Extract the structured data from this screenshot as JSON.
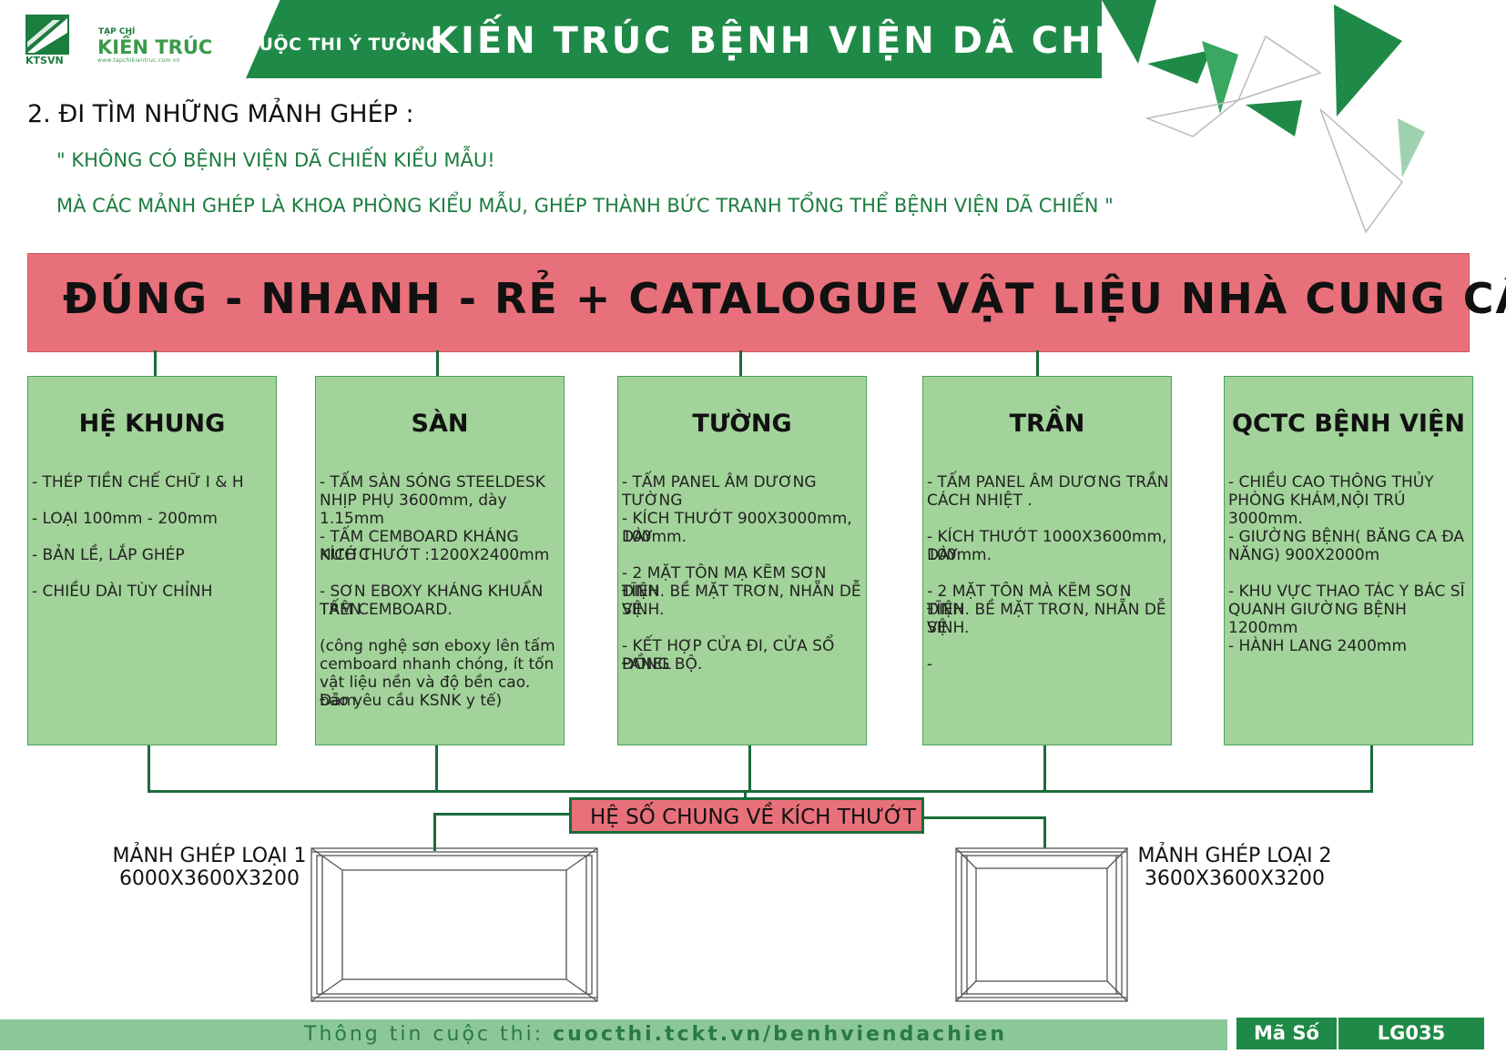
{
  "header": {
    "logo1_text": "KTSVN",
    "logo2_small": "TẠP CHÍ",
    "logo2_big": "KIẾN TRÚC",
    "logo2_url": "www.tapchikientruc.com.vn",
    "contest_small": "CUỘC THI Ý TƯỞNG",
    "contest_big": "KIẾN TRÚC BỆNH VIỆN DÃ CHIẾN",
    "accent_color": "#1f8a47"
  },
  "section": {
    "title": "2. ĐI TÌM NHỮNG MẢNH GHÉP :",
    "quote_line1": "\" KHÔNG CÓ BỆNH VIỆN DÃ CHIẾN KIỂU MẪU!",
    "quote_line2": "MÀ CÁC MẢNH GHÉP LÀ  KHOA PHÒNG KIỂU MẪU, GHÉP THÀNH BỨC TRANH TỔNG THỂ  BỆNH VIỆN DÃ CHIẾN \""
  },
  "banner": {
    "text": "ĐÚNG - NHANH - RẺ  + CATALOGUE VẬT LIỆU NHÀ CUNG CẤP",
    "color": "#e8707a"
  },
  "cards": [
    {
      "title": "HỆ KHUNG",
      "lines": [
        "- THÉP TIỀN CHẾ CHỮ I & H",
        "- LOẠI 100mm - 200mm",
        "- BẢN LỀ, LẮP GHÉP",
        "- CHIỀU DÀI TÙY CHỈNH"
      ]
    },
    {
      "title": "SÀN",
      "lines": [
        "- TẤM SÀN SÓNG STEELDESK",
        "NHỊP PHỤ 3600mm, dày 1.15mm",
        "- TẤM CEMBOARD KHÁNG NƯỚC",
        "KÍCH THƯỚT :1200X2400mm",
        "- SƠN EBOXY KHÁNG KHUẨN TRÊN",
        "TẤM CEMBOARD.",
        "(công nghệ sơn eboxy lên tấm",
        "cemboard nhanh chóng, ít tốn",
        "vật liệu nền và độ bền cao. Đảm",
        "bảo yêu cầu KSNK y tế)"
      ]
    },
    {
      "title": "TƯỜNG",
      "lines": [
        "- TẤM PANEL ÂM DƯƠNG TƯỜNG",
        "- KÍCH THƯỚT 900X3000mm, DÀY",
        "100mm.",
        "- 2 MẶT TÔN MẠ KẼM  SƠN TĨNH",
        "ĐIỆN. BỀ MẶT TRƠN, NHẴN DỄ VỆ",
        "SINH.",
        "- KẾT HỢP CỬA ĐI, CỬA SỔ PANEL",
        "ĐỒNG BỘ."
      ]
    },
    {
      "title": "TRẦN",
      "lines": [
        "- TẤM PANEL ÂM DƯƠNG TRẦN",
        "CÁCH NHIỆT .",
        "- KÍCH THƯỚT 1000X3600mm, DÀY",
        "100mm.",
        "- 2 MẶT TÔN MÀ KẼM SƠN TĨNH",
        "ĐIỆN. BỀ MẶT TRƠN, NHẴN DỄ VỆ",
        "SINH.",
        "-"
      ]
    },
    {
      "title": "QCTC BỆNH VIỆN",
      "lines": [
        "- CHIỀU CAO THÔNG THỦY",
        "PHÒNG KHÁM,NỘI TRÚ 3000mm.",
        "- GIƯỜNG BỆNH( BĂNG CA ĐA",
        "NĂNG) 900X2000m",
        "- KHU VỰC THAO TÁC Y BÁC SĨ",
        "QUANH GIƯỜNG BỆNH 1200mm",
        "- HÀNH LANG 2400mm"
      ]
    }
  ],
  "common": {
    "text": "HỆ SỐ CHUNG VỀ KÍCH THƯỚT"
  },
  "module1": {
    "name": "MẢNH GHÉP LOẠI 1",
    "size": "6000X3600X3200"
  },
  "module2": {
    "name": "MẢNH GHÉP LOẠI 2",
    "size": "3600X3600X3200"
  },
  "footer": {
    "info_label": "Thông tin cuộc thi: ",
    "info_url": "cuocthi.tckt.vn/benhviendachien",
    "code_label": "Mã Số",
    "code_value": "LG035"
  }
}
